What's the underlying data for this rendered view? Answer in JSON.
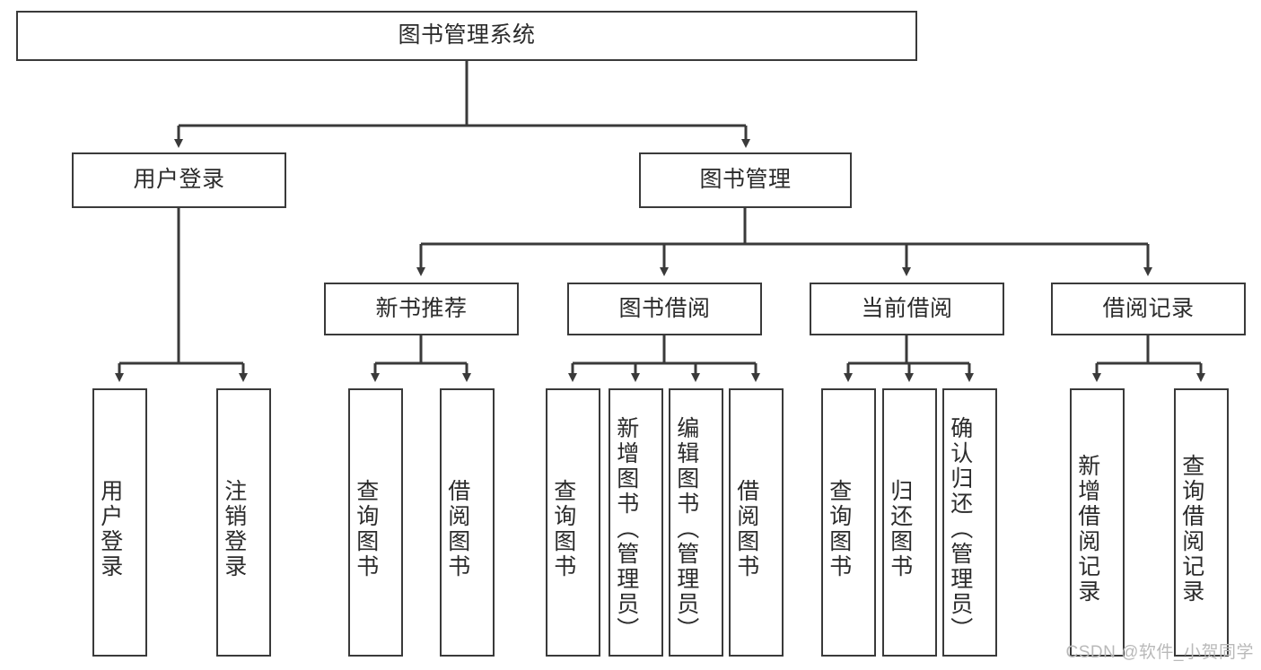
{
  "diagram": {
    "title": "图书管理系统",
    "type": "tree-hierarchy",
    "watermark": "CSDN @软件_小贺同学",
    "colors": {
      "stroke": "#3a3a3a",
      "fill": "#ffffff",
      "text": "#2b2b2b",
      "watermark": "#b9b9b9"
    },
    "nodes": {
      "root": {
        "label": "图书管理系统"
      },
      "level2": [
        {
          "id": "user-login",
          "label": "用户登录"
        },
        {
          "id": "book-manage",
          "label": "图书管理"
        }
      ],
      "level3": [
        {
          "id": "new-book-recommend",
          "label": "新书推荐"
        },
        {
          "id": "book-borrow",
          "label": "图书借阅"
        },
        {
          "id": "current-borrow",
          "label": "当前借阅"
        },
        {
          "id": "borrow-record",
          "label": "借阅记录"
        }
      ],
      "leaves": {
        "user-login": [
          {
            "id": "leaf-user-login",
            "label": "用户登录"
          },
          {
            "id": "leaf-logout-login",
            "label": "注销登录"
          }
        ],
        "new-book-recommend": [
          {
            "id": "leaf-query-book-1",
            "label": "查询图书"
          },
          {
            "id": "leaf-borrow-book-1",
            "label": "借阅图书"
          }
        ],
        "book-borrow": [
          {
            "id": "leaf-query-book-2",
            "label": "查询图书"
          },
          {
            "id": "leaf-add-book",
            "label": "新增图书（管理员）"
          },
          {
            "id": "leaf-edit-book",
            "label": "编辑图书（管理员）"
          },
          {
            "id": "leaf-borrow-book-2",
            "label": "借阅图书"
          }
        ],
        "current-borrow": [
          {
            "id": "leaf-query-book-3",
            "label": "查询图书"
          },
          {
            "id": "leaf-return-book",
            "label": "归还图书"
          },
          {
            "id": "leaf-confirm-return",
            "label": "确认归还（管理员）"
          }
        ],
        "borrow-record": [
          {
            "id": "leaf-add-record",
            "label": "新增借阅记录"
          },
          {
            "id": "leaf-query-record",
            "label": "查询借阅记录"
          }
        ]
      }
    }
  }
}
